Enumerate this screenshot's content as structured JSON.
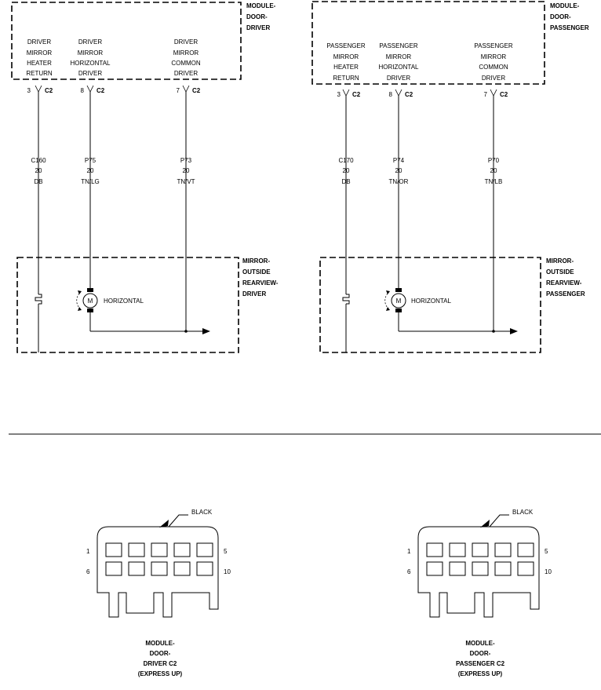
{
  "driver": {
    "module": {
      "l1": "MODULE-",
      "l2": "DOOR-",
      "l3": "DRIVER"
    },
    "cols": [
      {
        "l1": "DRIVER",
        "l2": "MIRROR",
        "l3": "HEATER",
        "l4": "RETURN",
        "pin": "3",
        "conn": "C2",
        "circuit": "C160",
        "gauge": "20",
        "color": "DB"
      },
      {
        "l1": "DRIVER",
        "l2": "MIRROR",
        "l3": "HORIZONTAL",
        "l4": "DRIVER",
        "pin": "8",
        "conn": "C2",
        "circuit": "P75",
        "gauge": "20",
        "color": "TN/LG"
      },
      {
        "l1": "DRIVER",
        "l2": "MIRROR",
        "l3": "COMMON",
        "l4": "DRIVER",
        "pin": "7",
        "conn": "C2",
        "circuit": "P73",
        "gauge": "20",
        "color": "TN/VT"
      }
    ],
    "mirror": {
      "l1": "MIRROR-",
      "l2": "OUTSIDE",
      "l3": "REARVIEW-",
      "l4": "DRIVER"
    },
    "motor_label": "M",
    "motor_name": "HORIZONTAL"
  },
  "passenger": {
    "module": {
      "l1": "MODULE-",
      "l2": "DOOR-",
      "l3": "PASSENGER"
    },
    "cols": [
      {
        "l1": "PASSENGER",
        "l2": "MIRROR",
        "l3": "HEATER",
        "l4": "RETURN",
        "pin": "3",
        "conn": "C2",
        "circuit": "C170",
        "gauge": "20",
        "color": "DB"
      },
      {
        "l1": "PASSENGER",
        "l2": "MIRROR",
        "l3": "HORIZONTAL",
        "l4": "DRIVER",
        "pin": "8",
        "conn": "C2",
        "circuit": "P74",
        "gauge": "20",
        "color": "TN/OR"
      },
      {
        "l1": "PASSENGER",
        "l2": "MIRROR",
        "l3": "COMMON",
        "l4": "DRIVER",
        "pin": "7",
        "conn": "C2",
        "circuit": "P70",
        "gauge": "20",
        "color": "TN/LB"
      }
    ],
    "mirror": {
      "l1": "MIRROR-",
      "l2": "OUTSIDE",
      "l3": "REARVIEW-",
      "l4": "PASSENGER"
    },
    "motor_label": "M",
    "motor_name": "HORIZONTAL"
  },
  "connectors": [
    {
      "color": "BLACK",
      "pin_tl": "1",
      "pin_tr": "5",
      "pin_bl": "6",
      "pin_br": "10",
      "c1": "MODULE-",
      "c2": "DOOR-",
      "c3": "DRIVER C2",
      "c4": "(EXPRESS UP)"
    },
    {
      "color": "BLACK",
      "pin_tl": "1",
      "pin_tr": "5",
      "pin_bl": "6",
      "pin_br": "10",
      "c1": "MODULE-",
      "c2": "DOOR-",
      "c3": "PASSENGER C2",
      "c4": "(EXPRESS UP)"
    }
  ]
}
